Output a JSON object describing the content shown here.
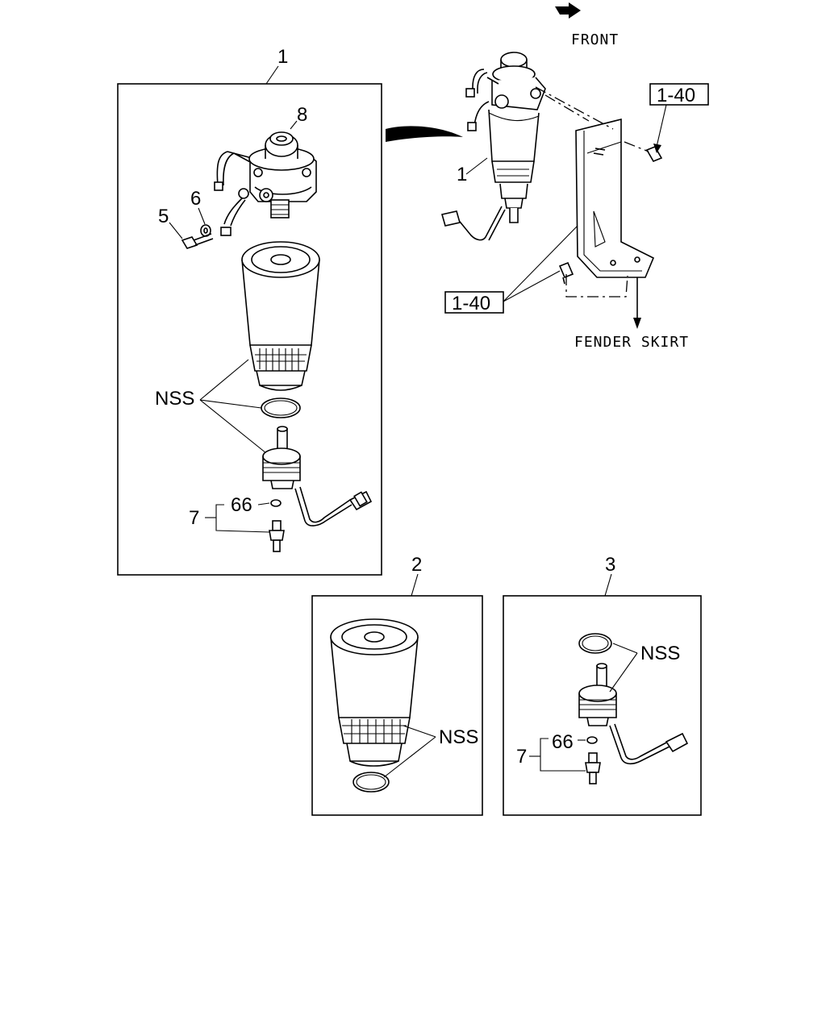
{
  "callouts": {
    "one": "1",
    "two": "2",
    "three": "3",
    "five": "5",
    "six": "6",
    "seven_a": "7",
    "seven_b": "7",
    "eight": "8",
    "sixtysix_a": "66",
    "sixtysix_b": "66",
    "nss_a": "NSS",
    "nss_b": "NSS",
    "nss_c": "NSS",
    "assy_one": "1"
  },
  "references": {
    "ref_top": "1-40",
    "ref_bottom": "1-40"
  },
  "notes": {
    "front": "FRONT",
    "fender_skirt": "FENDER SKIRT"
  }
}
